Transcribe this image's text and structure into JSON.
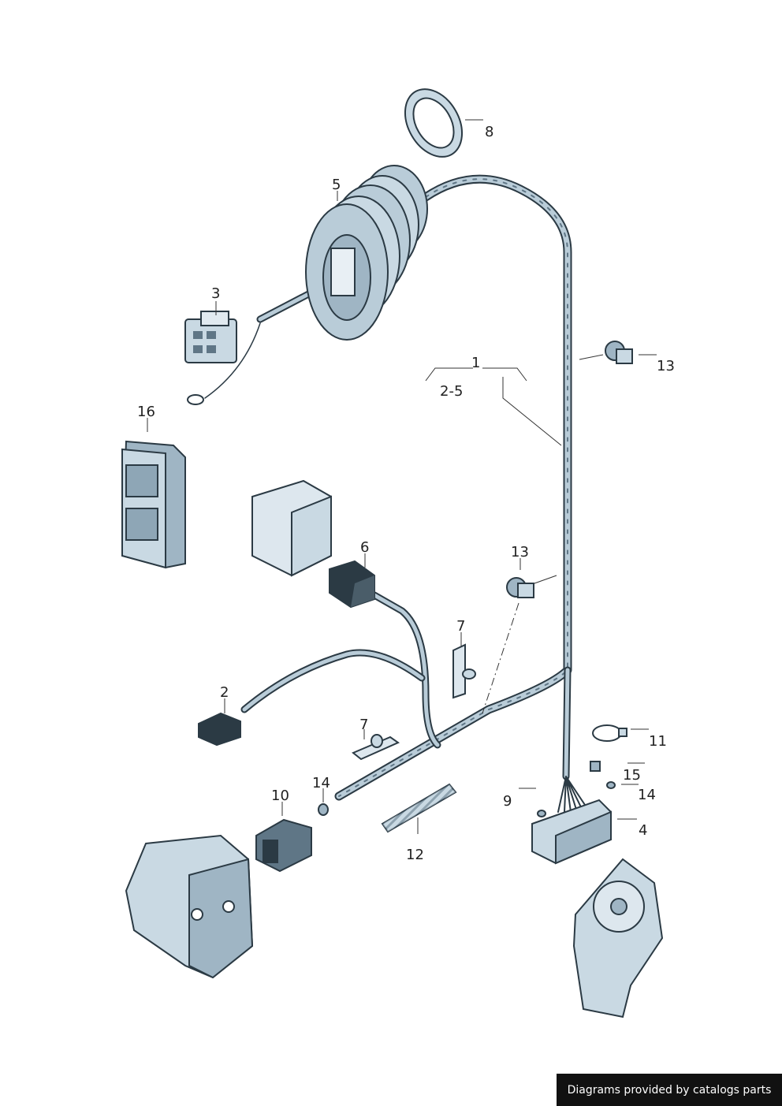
{
  "colors": {
    "background": "#ffffff",
    "part_fill": "#c9d9e3",
    "part_shade": "#9fb5c4",
    "outline": "#2b3a44",
    "harness": "#7f95a4",
    "credit_bg": "#111111",
    "credit_text": "#ffffff"
  },
  "callouts": {
    "c1": "1",
    "c2_5": "2-5",
    "c2": "2",
    "c3": "3",
    "c4": "4",
    "c5": "5",
    "c6": "6",
    "c7a": "7",
    "c7b": "7",
    "c8": "8",
    "c9": "9",
    "c10": "10",
    "c11": "11",
    "c12": "12",
    "c13a": "13",
    "c13b": "13",
    "c14a": "14",
    "c14b": "14",
    "c15": "15",
    "c16": "16"
  },
  "credit": "Diagrams provided by catalogs parts"
}
